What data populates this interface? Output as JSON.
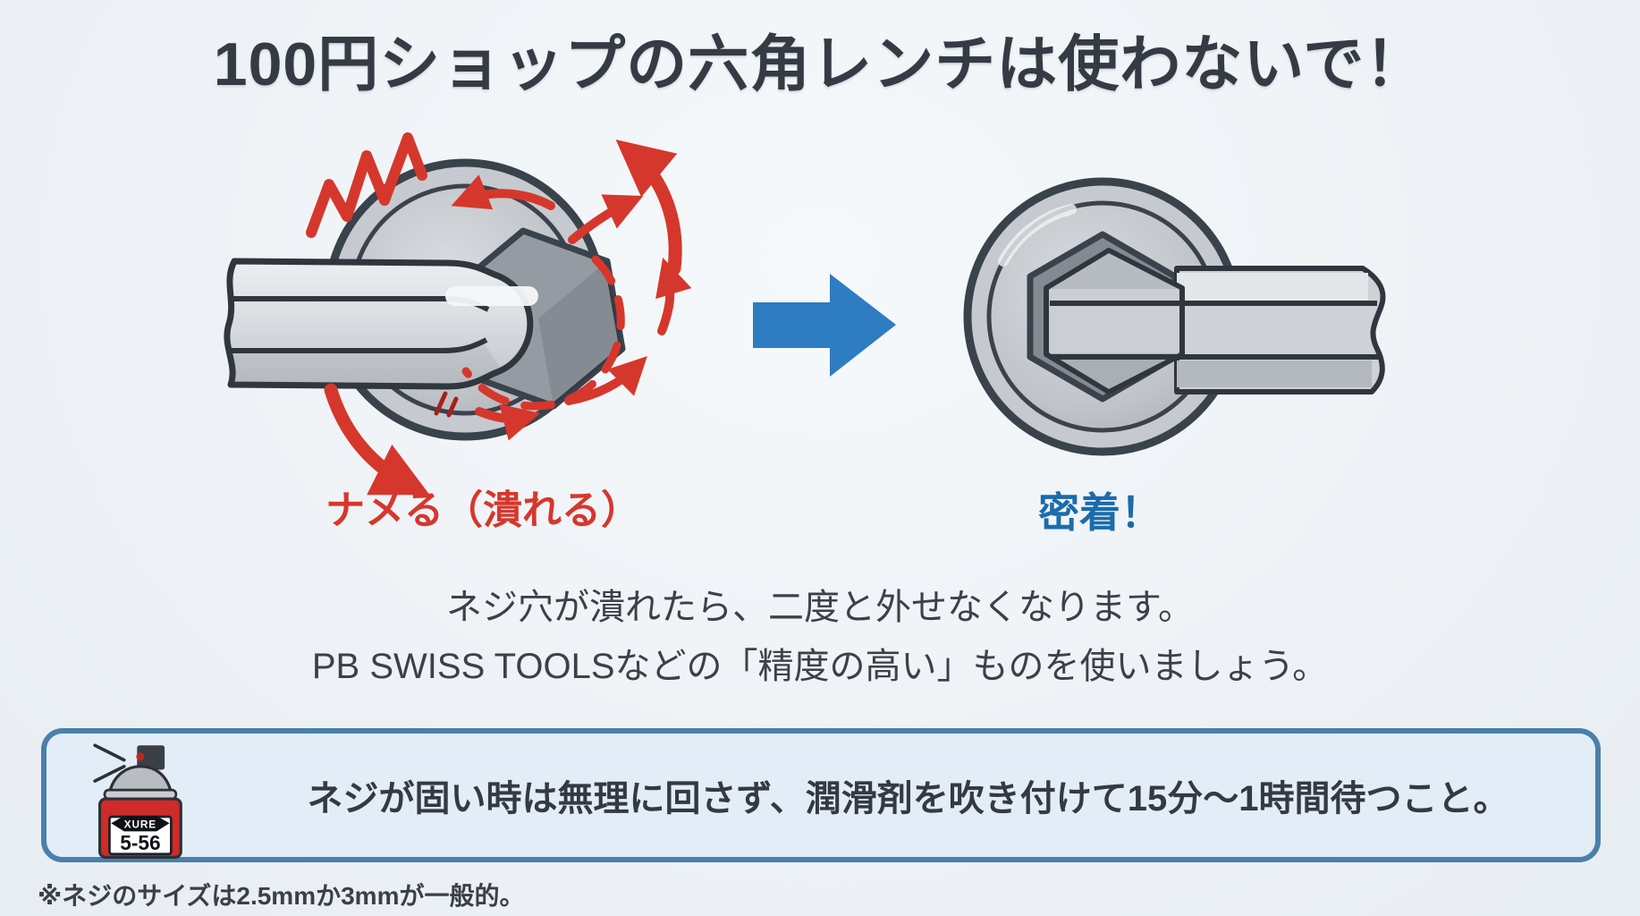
{
  "page": {
    "title": "100円ショップの六角レンチは使わないで！"
  },
  "diagram": {
    "left_caption": "ナメる（潰れる）",
    "right_caption": "密着！"
  },
  "body": {
    "line1": "ネジ穴が潰れたら、二度と外せなくなります。",
    "line2": "PB SWISS TOOLSなどの「精度の高い」ものを使いましょう。"
  },
  "tip_box": {
    "text": "ネジが固い時は無理に回さず、潤滑剤を吹き付けて15分〜1時間待つこと。",
    "spray_can": {
      "brand": "XURE",
      "product": "5-56"
    }
  },
  "footnote": "※ネジのサイズは2.5mmか3mmが一般的。",
  "colors": {
    "danger_red": "#d6372c",
    "accent_blue": "#2e7cc1",
    "label_blue": "#1b6cab",
    "text_dark": "#353b44",
    "box_border": "#4a80ab",
    "box_bg": "#e3edf7",
    "spray_can_red": "#cf2b28"
  },
  "icons": {
    "impact_zigzag": "red-zigzag-shock",
    "slip_arrows": "red-rotation-arrows",
    "transform_arrow": "blue-right-arrow",
    "spray_can": "lubricant-spray-can"
  }
}
